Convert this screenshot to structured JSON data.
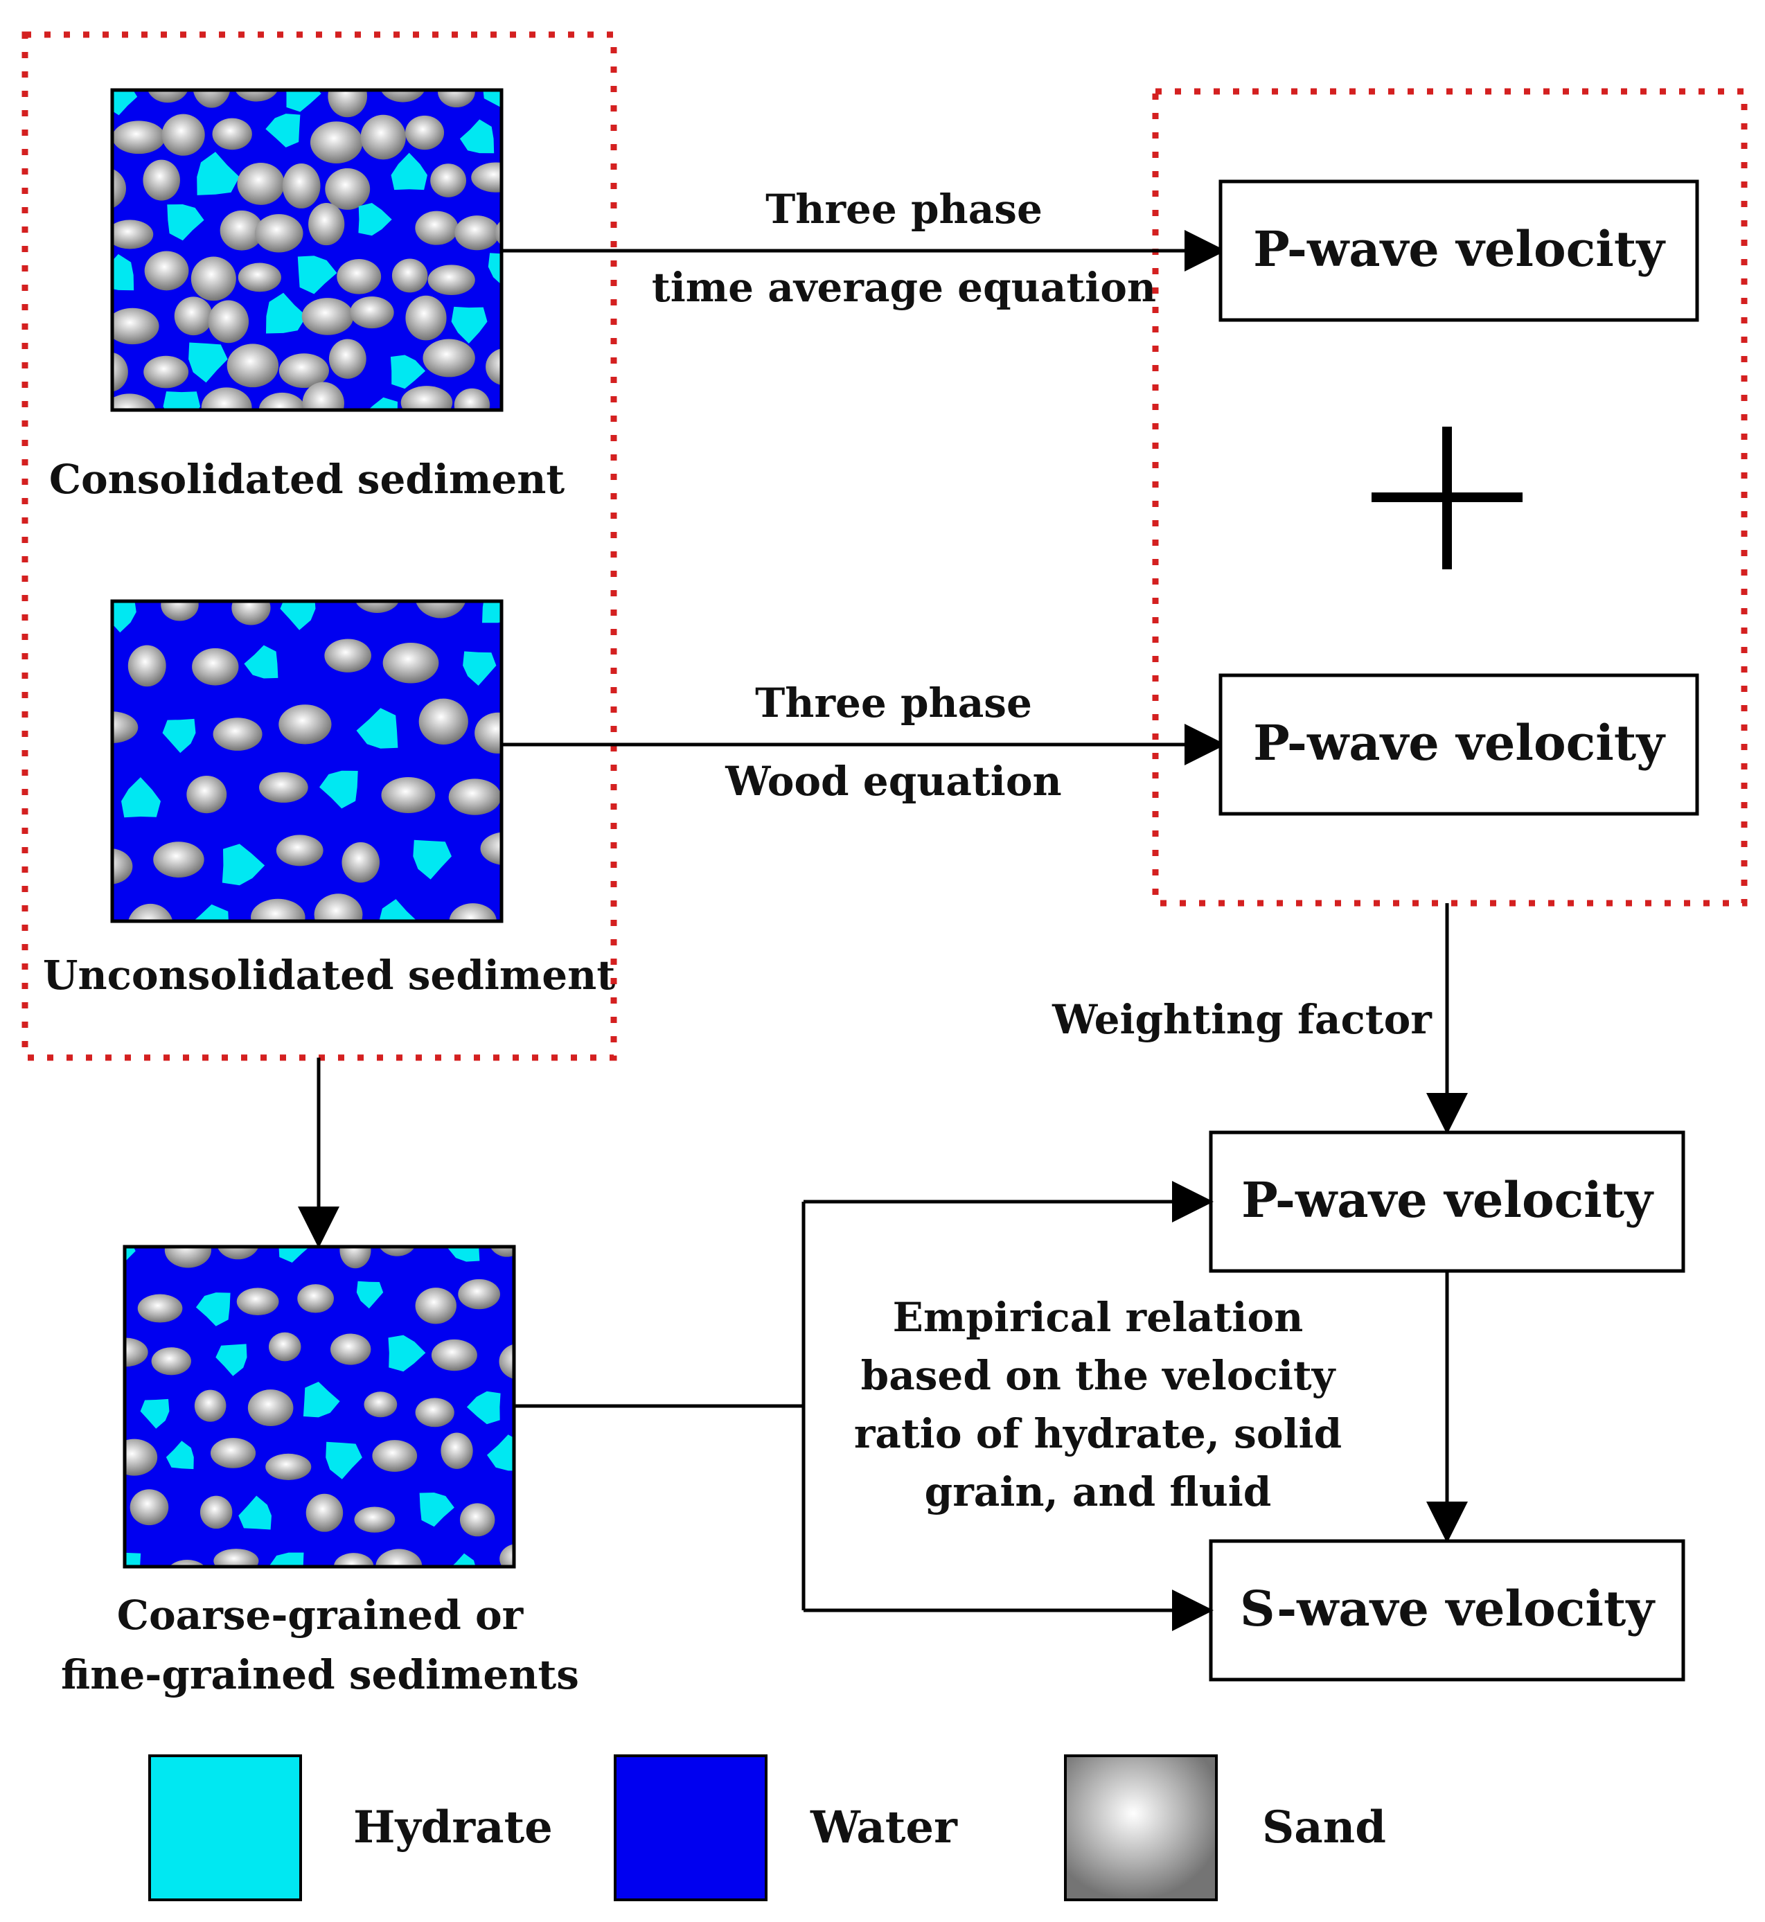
{
  "samples": {
    "consolidated": "Consolidated sediment",
    "unconsolidated": "Unconsolidated sediment",
    "mixed_line1": "Coarse-grained or",
    "mixed_line2": "fine-grained sediments"
  },
  "arrows": {
    "top_line1": "Three phase",
    "top_line2": "time average equation",
    "mid_line1": "Three phase",
    "mid_line2": "Wood equation",
    "weighting": "Weighting factor",
    "empirical": [
      "Empirical relation",
      "based on the velocity",
      "ratio of hydrate, solid",
      "grain, and fluid"
    ]
  },
  "boxes": {
    "p1": "P-wave velocity",
    "p2": "P-wave velocity",
    "p3": "P-wave velocity",
    "s": "S-wave velocity"
  },
  "operator": "+",
  "legend": {
    "hydrate": "Hydrate",
    "water": "Water",
    "sand": "Sand"
  },
  "colors": {
    "hydrate": "#00E8F2",
    "water": "#0000F0",
    "sand": "#9A9A9A",
    "dotted_border": "#D42020"
  }
}
